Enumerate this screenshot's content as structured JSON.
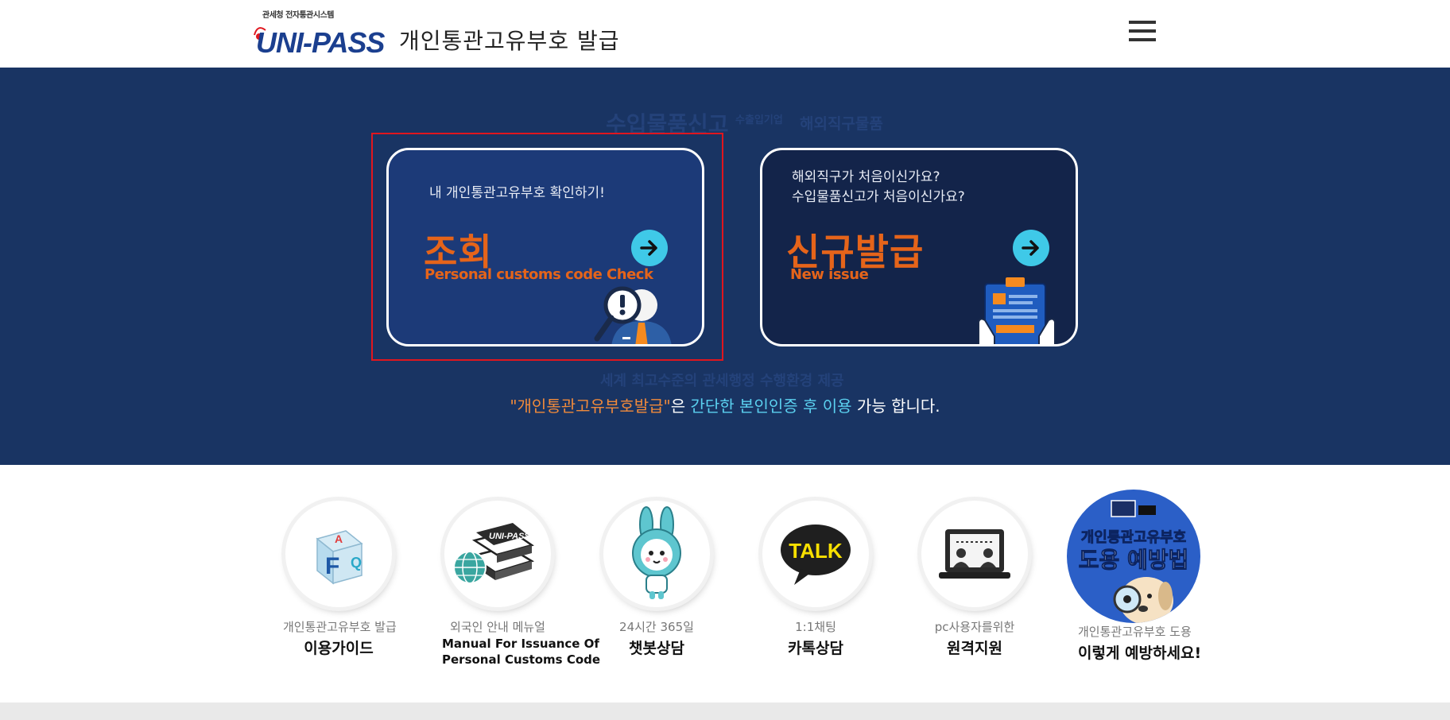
{
  "header": {
    "logo_sub": "관세청 전자통관시스템",
    "logo_text": "UNI-PASS",
    "site_title": "개인통관고유부호 발급",
    "menu_icon": "hamburger-menu-icon"
  },
  "hero": {
    "background_words": [
      "수입물품신고",
      "수출입기업",
      "해외직구물품",
      "세계 최고수준의 관세행정 수행환경 제공"
    ],
    "cards": [
      {
        "subtitle": "내 개인통관고유부호 확인하기!",
        "title": "조회",
        "english": "Personal customs code Check",
        "icon": "magnifier-person-icon"
      },
      {
        "subtitle_line1": "해외직구가 처음이신가요?",
        "subtitle_line2": "수입물품신고가 처음이신가요?",
        "title": "신규발급",
        "english": "New issue",
        "icon": "clipboard-icon"
      }
    ],
    "note": {
      "quoted": "\"개인통관고유부호발급\"",
      "part2": "은 ",
      "highlight": "간단한 본인인증 후 이용",
      "part3": " 가능 합니다."
    }
  },
  "quick_links": [
    {
      "top": "개인통관고유부호 발급",
      "main": "이용가이드",
      "icon": "faq-cube-icon"
    },
    {
      "top": "외국인 안내 메뉴얼",
      "main_line1": "Manual For Issuance Of",
      "main_line2": "Personal Customs Code",
      "icon": "globe-books-icon"
    },
    {
      "top": "24시간 365일",
      "main": "챗봇상담",
      "icon": "chatbot-rabbit-icon"
    },
    {
      "top": "1:1채팅",
      "main": "카톡상담",
      "icon": "kakao-talk-icon",
      "icon_text": "TALK"
    },
    {
      "top": "pc사용자를위한",
      "main": "원격지원",
      "icon": "remote-support-icon"
    },
    {
      "top": "개인통관고유부호 도용",
      "main": "이렇게 예방하세요!",
      "icon": "prevention-banner-icon",
      "icon_line1": "개인통관고유부호",
      "icon_line2": "도용 예방법"
    }
  ],
  "colors": {
    "hero_bg": "#193463",
    "accent_orange": "#e5641a",
    "accent_cyan": "#3fc9e8",
    "selection_red": "#e0161e"
  }
}
